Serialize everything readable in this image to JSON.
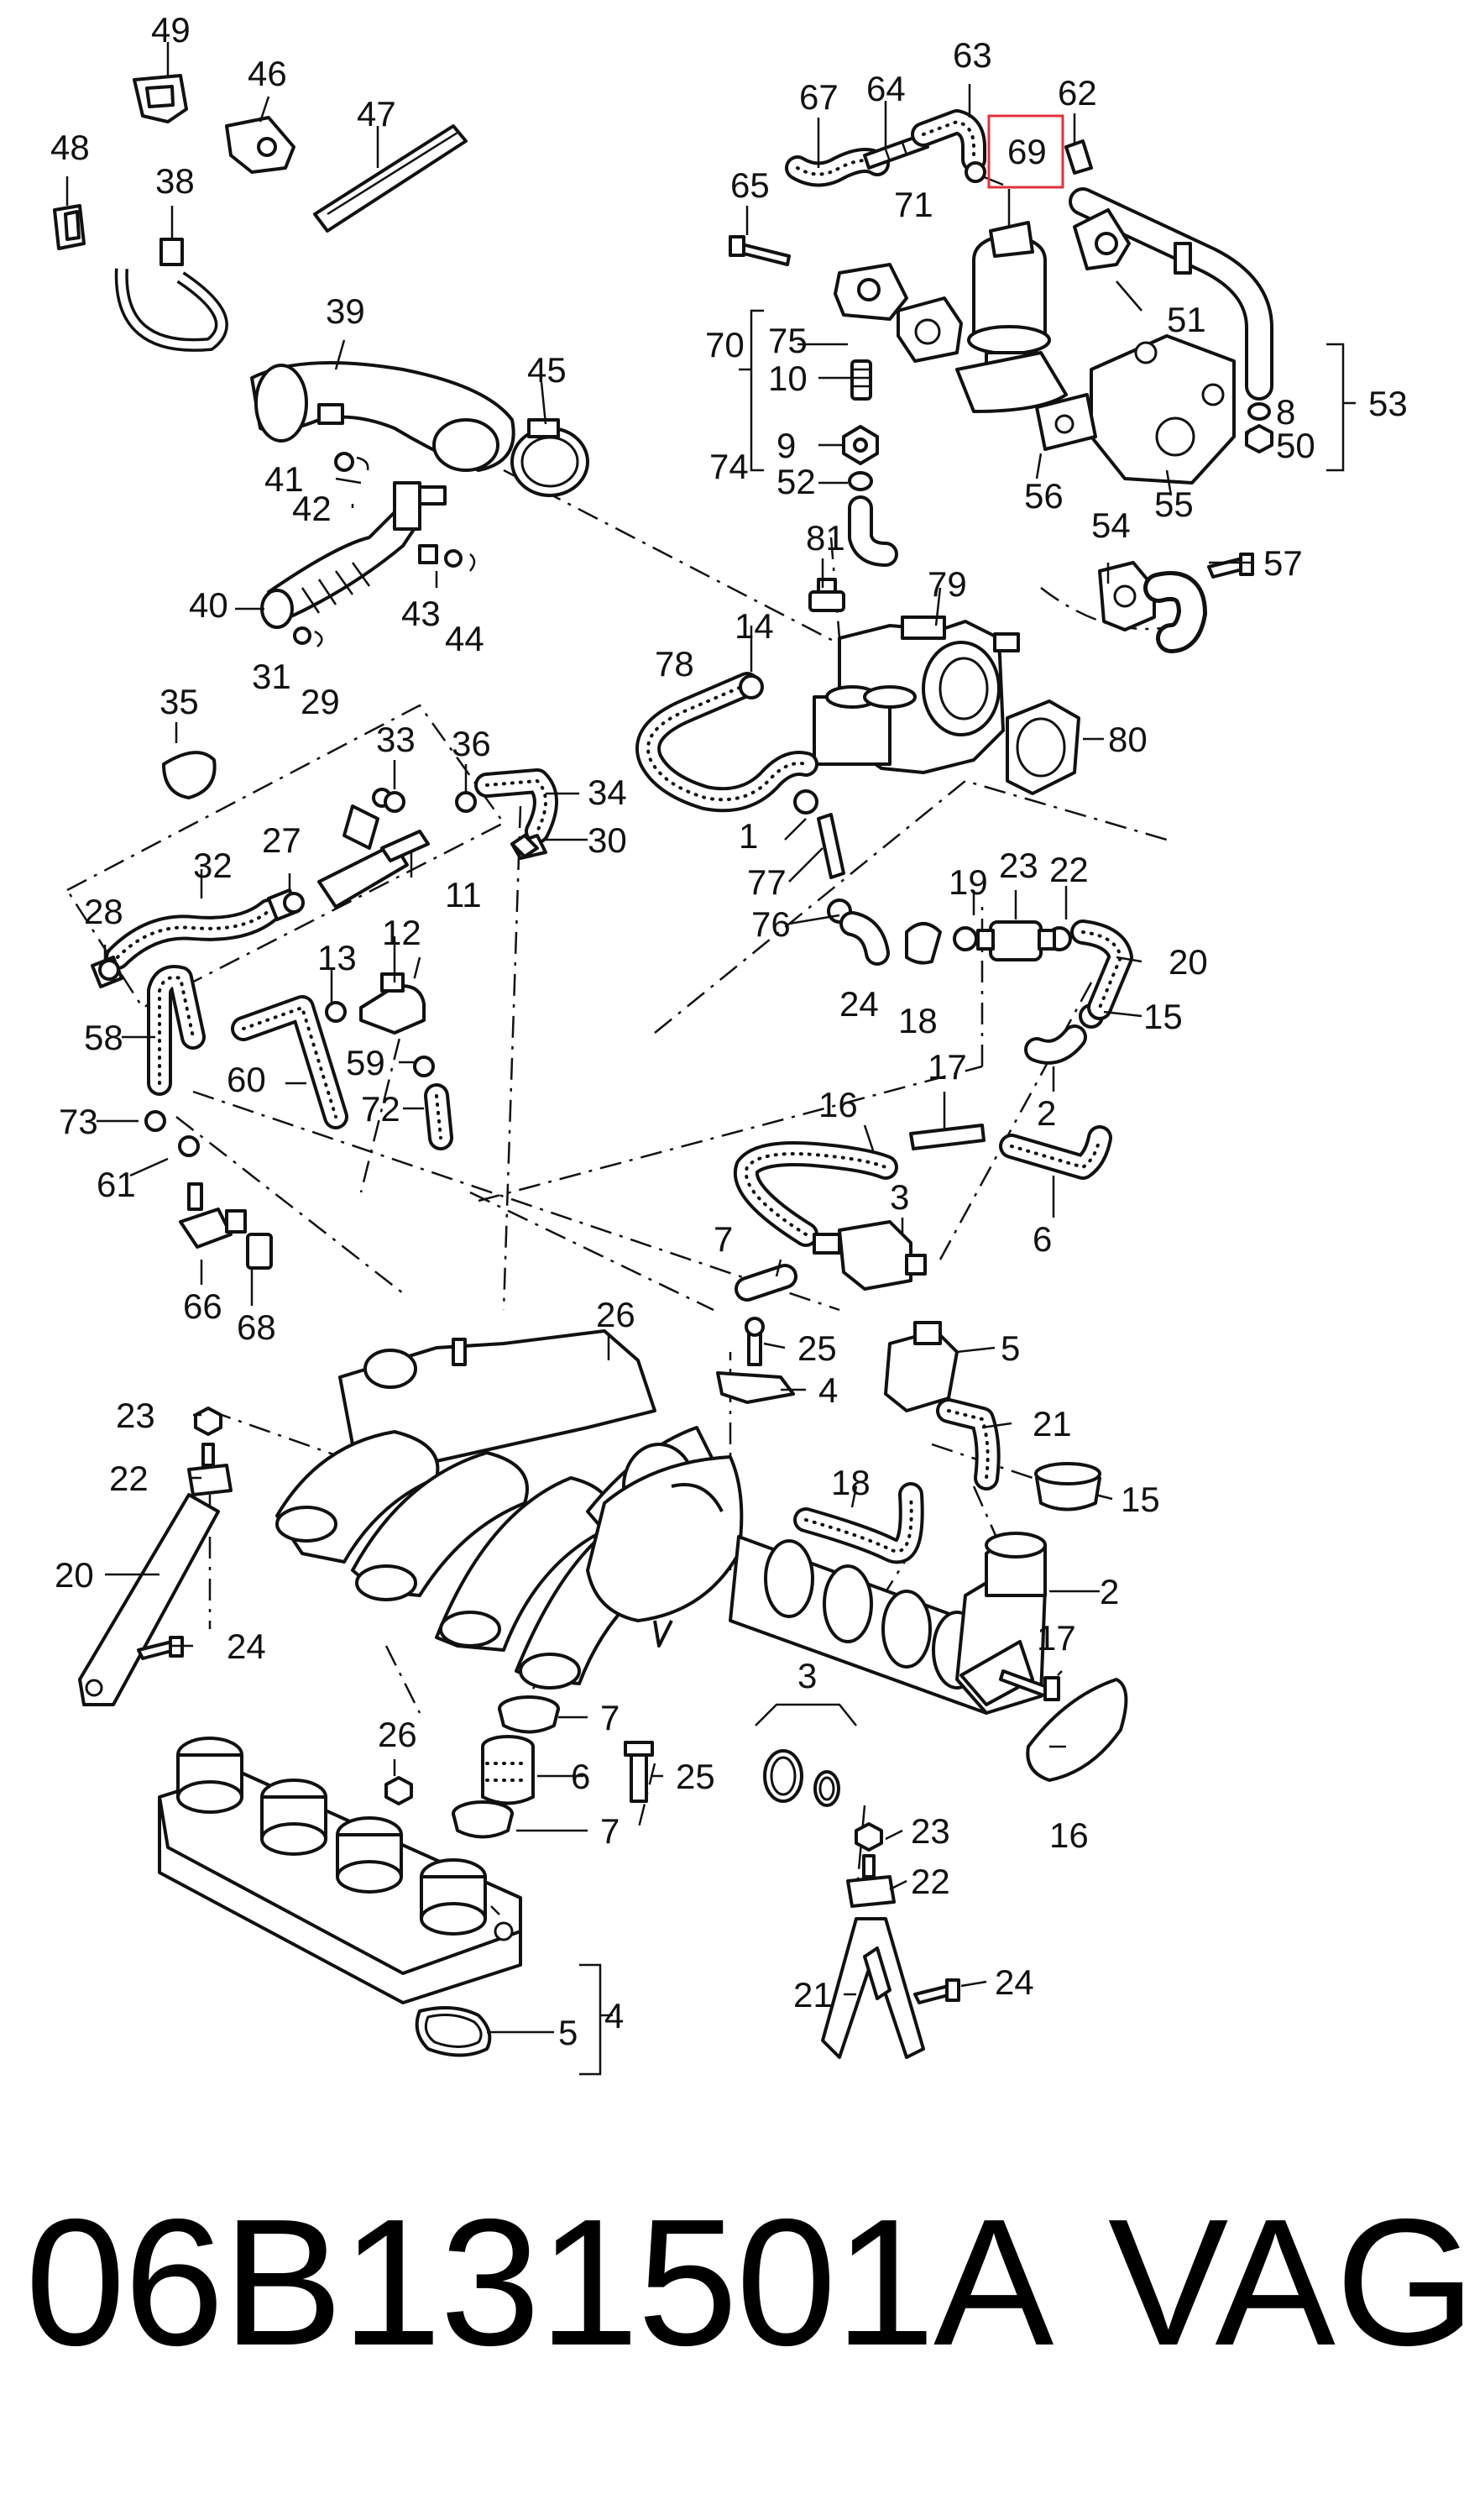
{
  "diagram": {
    "highlight_label": "69",
    "highlight_color": "#e0323c",
    "callouts": [
      "49",
      "46",
      "47",
      "48",
      "38",
      "39",
      "45",
      "41",
      "42",
      "40",
      "43",
      "44",
      "31",
      "29",
      "35",
      "33",
      "36",
      "34",
      "30",
      "27",
      "32",
      "11",
      "28",
      "12",
      "13",
      "58",
      "60",
      "59",
      "72",
      "73",
      "61",
      "66",
      "68",
      "67",
      "64",
      "63",
      "62",
      "71",
      "65",
      "70",
      "75",
      "10",
      "9",
      "74",
      "52",
      "51",
      "8",
      "50",
      "53",
      "56",
      "55",
      "54",
      "57",
      "81",
      "79",
      "14",
      "78",
      "80",
      "1",
      "77",
      "76",
      "19",
      "23",
      "22",
      "20",
      "24",
      "18",
      "15",
      "2",
      "17",
      "16",
      "3",
      "7",
      "6",
      "26",
      "25",
      "4",
      "5",
      "21"
    ]
  },
  "footer": {
    "part_number": "06B131501A",
    "brand": "VAG"
  }
}
